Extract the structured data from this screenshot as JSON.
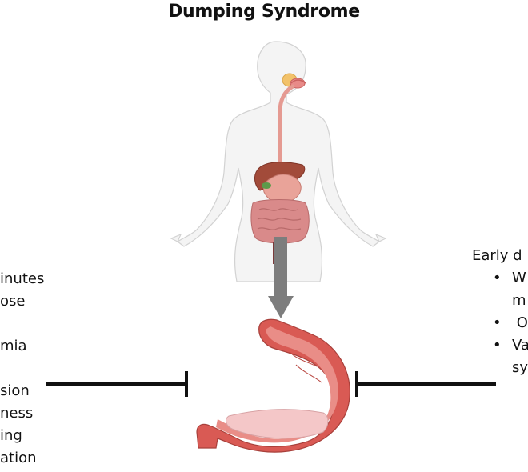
{
  "title": "Dumping Syndrome",
  "left_panel": {
    "lines": [
      "inutes",
      "ose",
      "",
      "mia",
      "",
      "sion",
      "ness",
      "ing",
      "ation"
    ]
  },
  "right_panel": {
    "heading": "Early d",
    "bullets": [
      {
        "lines": [
          "W",
          "m"
        ]
      },
      {
        "lines": [
          " O"
        ]
      },
      {
        "lines": [
          "Va",
          "sy"
        ]
      }
    ]
  }
}
